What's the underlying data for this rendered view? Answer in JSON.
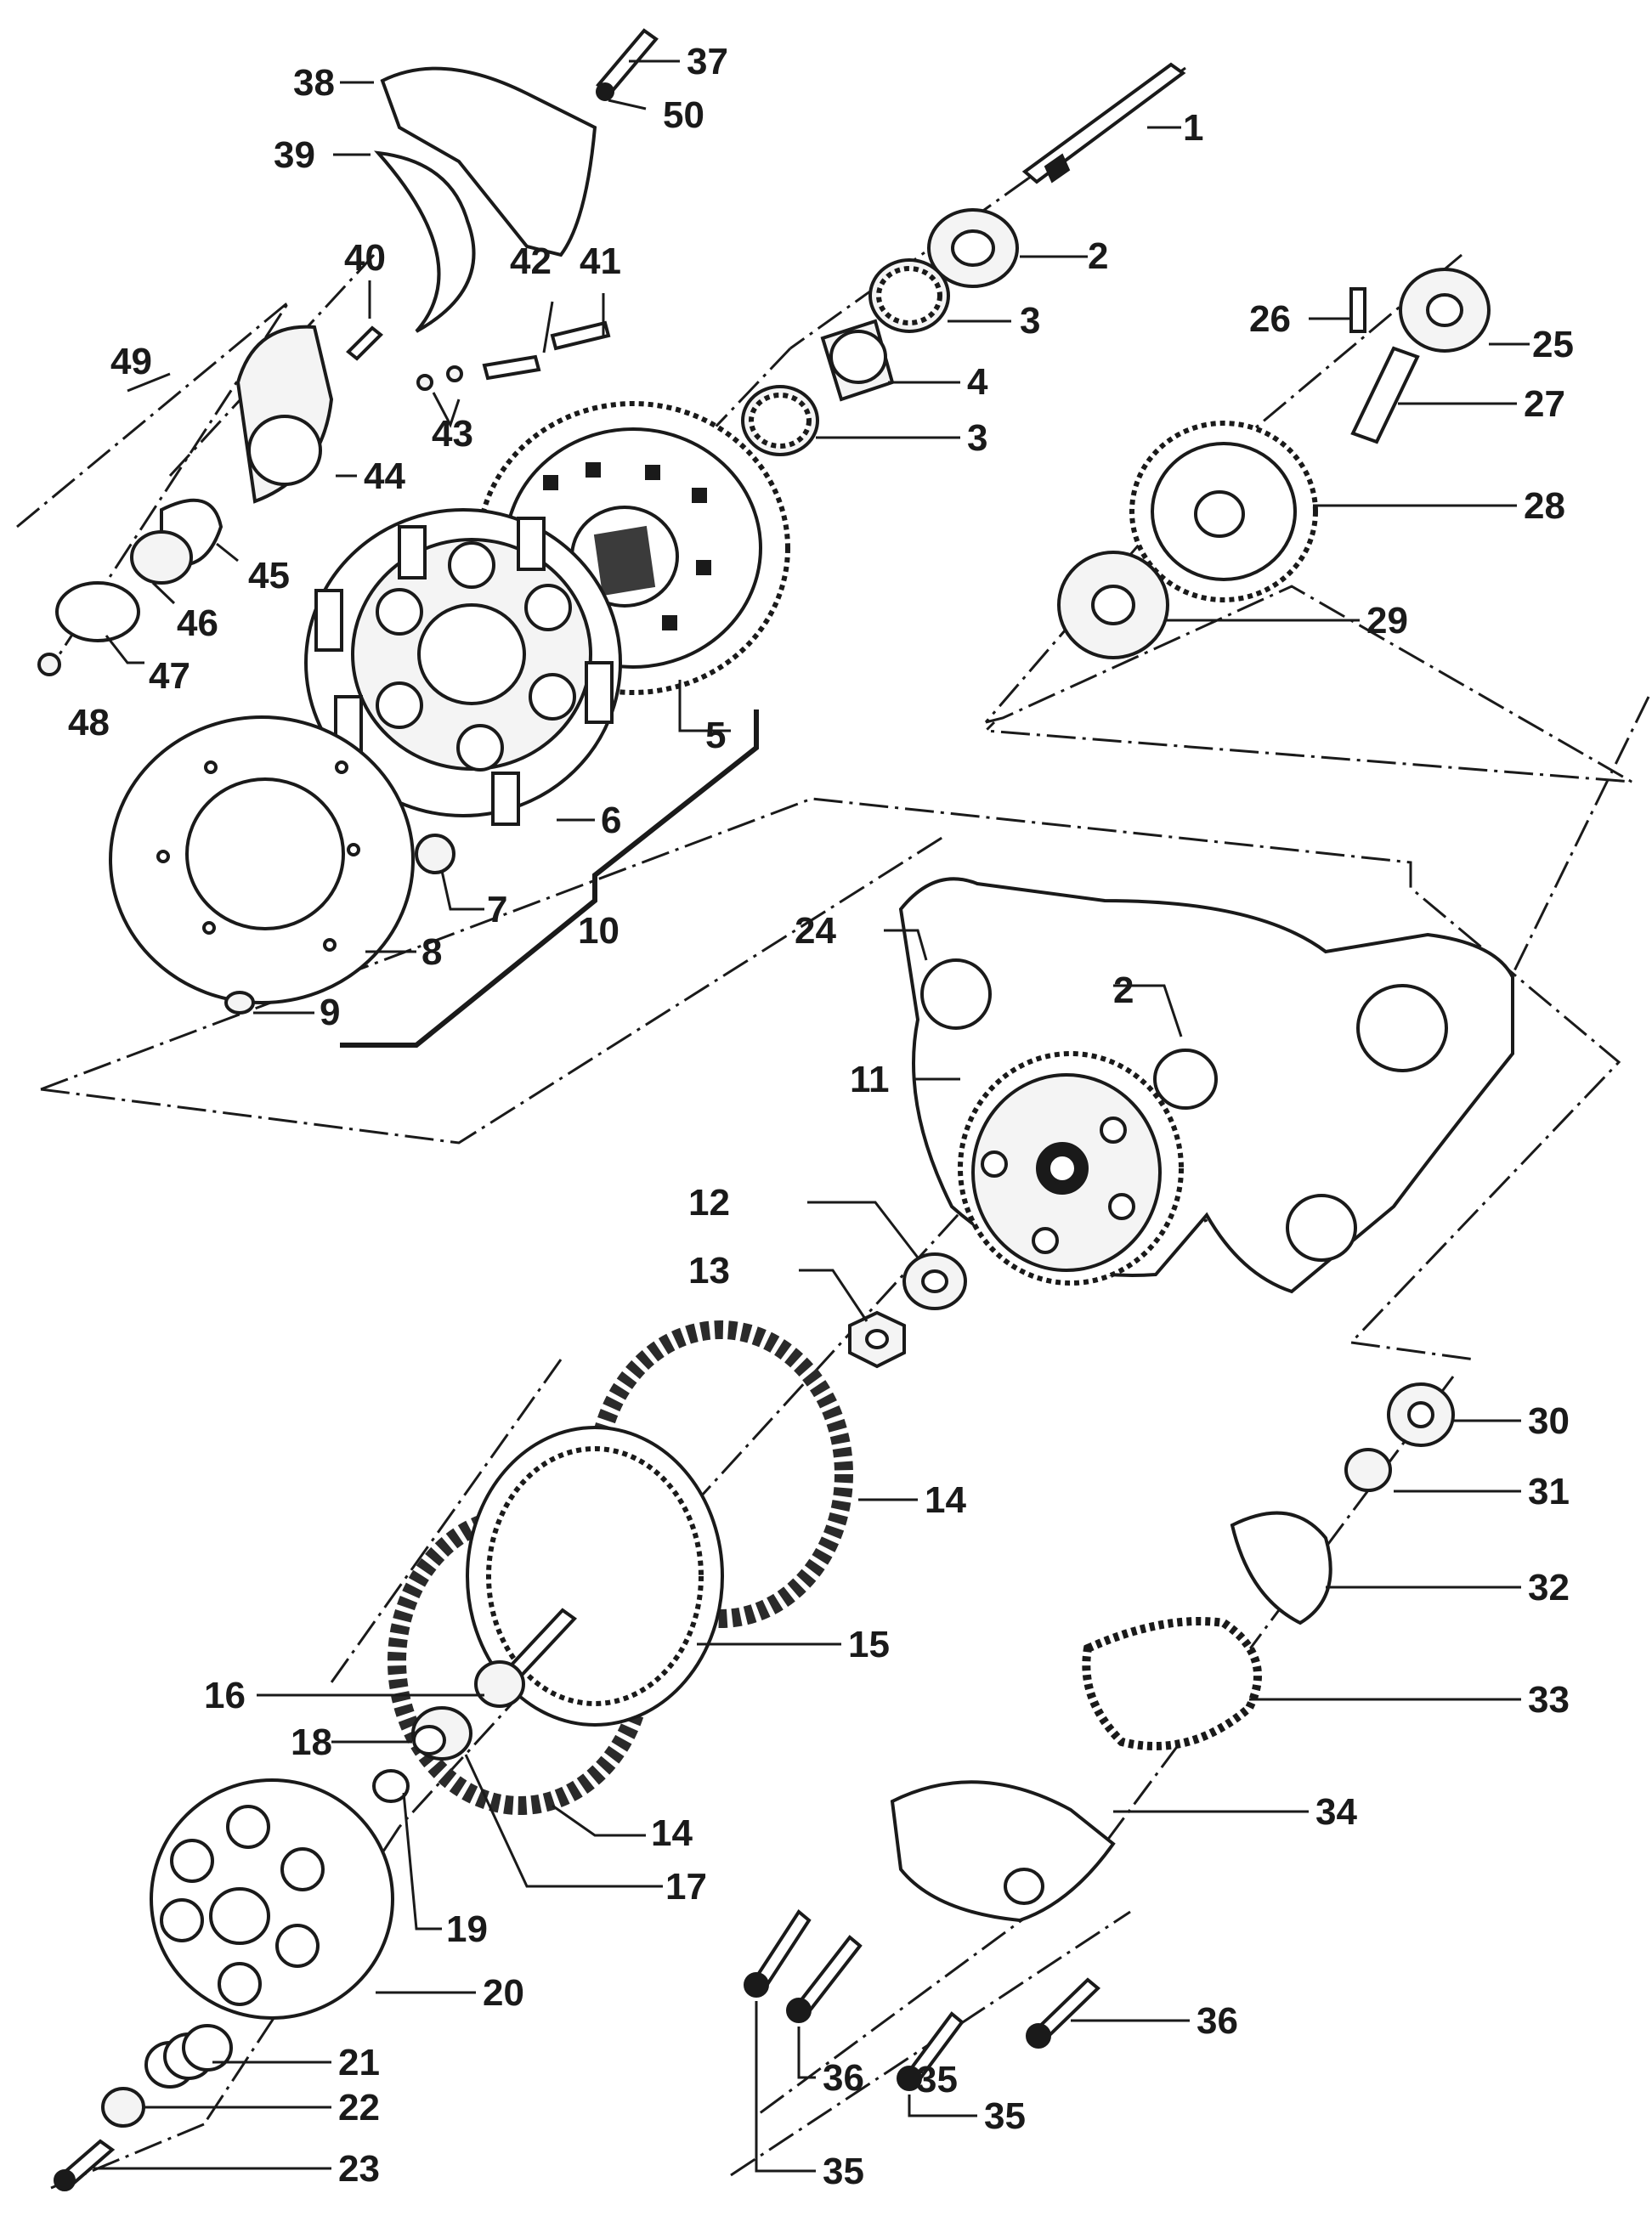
{
  "diagram": {
    "callouts": [
      {
        "id": "1",
        "label": "1"
      },
      {
        "id": "2a",
        "label": "2"
      },
      {
        "id": "3a",
        "label": "3"
      },
      {
        "id": "4",
        "label": "4"
      },
      {
        "id": "3b",
        "label": "3"
      },
      {
        "id": "5",
        "label": "5"
      },
      {
        "id": "6",
        "label": "6"
      },
      {
        "id": "7",
        "label": "7"
      },
      {
        "id": "8",
        "label": "8"
      },
      {
        "id": "9",
        "label": "9"
      },
      {
        "id": "10",
        "label": "10"
      },
      {
        "id": "11",
        "label": "11"
      },
      {
        "id": "12",
        "label": "12"
      },
      {
        "id": "13",
        "label": "13"
      },
      {
        "id": "14a",
        "label": "14"
      },
      {
        "id": "15",
        "label": "15"
      },
      {
        "id": "14b",
        "label": "14"
      },
      {
        "id": "16",
        "label": "16"
      },
      {
        "id": "17",
        "label": "17"
      },
      {
        "id": "18",
        "label": "18"
      },
      {
        "id": "19",
        "label": "19"
      },
      {
        "id": "20",
        "label": "20"
      },
      {
        "id": "21",
        "label": "21"
      },
      {
        "id": "22",
        "label": "22"
      },
      {
        "id": "23",
        "label": "23"
      },
      {
        "id": "24",
        "label": "24"
      },
      {
        "id": "2b",
        "label": "2"
      },
      {
        "id": "25",
        "label": "25"
      },
      {
        "id": "26",
        "label": "26"
      },
      {
        "id": "27",
        "label": "27"
      },
      {
        "id": "28",
        "label": "28"
      },
      {
        "id": "29",
        "label": "29"
      },
      {
        "id": "30",
        "label": "30"
      },
      {
        "id": "31",
        "label": "31"
      },
      {
        "id": "32",
        "label": "32"
      },
      {
        "id": "33",
        "label": "33"
      },
      {
        "id": "34",
        "label": "34"
      },
      {
        "id": "35a",
        "label": "35"
      },
      {
        "id": "36a",
        "label": "36"
      },
      {
        "id": "35b",
        "label": "35"
      },
      {
        "id": "36b",
        "label": "36"
      },
      {
        "id": "35c",
        "label": "35"
      },
      {
        "id": "37",
        "label": "37"
      },
      {
        "id": "38",
        "label": "38"
      },
      {
        "id": "39",
        "label": "39"
      },
      {
        "id": "40",
        "label": "40"
      },
      {
        "id": "41",
        "label": "41"
      },
      {
        "id": "42",
        "label": "42"
      },
      {
        "id": "43",
        "label": "43"
      },
      {
        "id": "44",
        "label": "44"
      },
      {
        "id": "45",
        "label": "45"
      },
      {
        "id": "46",
        "label": "46"
      },
      {
        "id": "47",
        "label": "47"
      },
      {
        "id": "48",
        "label": "48"
      },
      {
        "id": "49",
        "label": "49"
      },
      {
        "id": "50",
        "label": "50"
      }
    ]
  }
}
